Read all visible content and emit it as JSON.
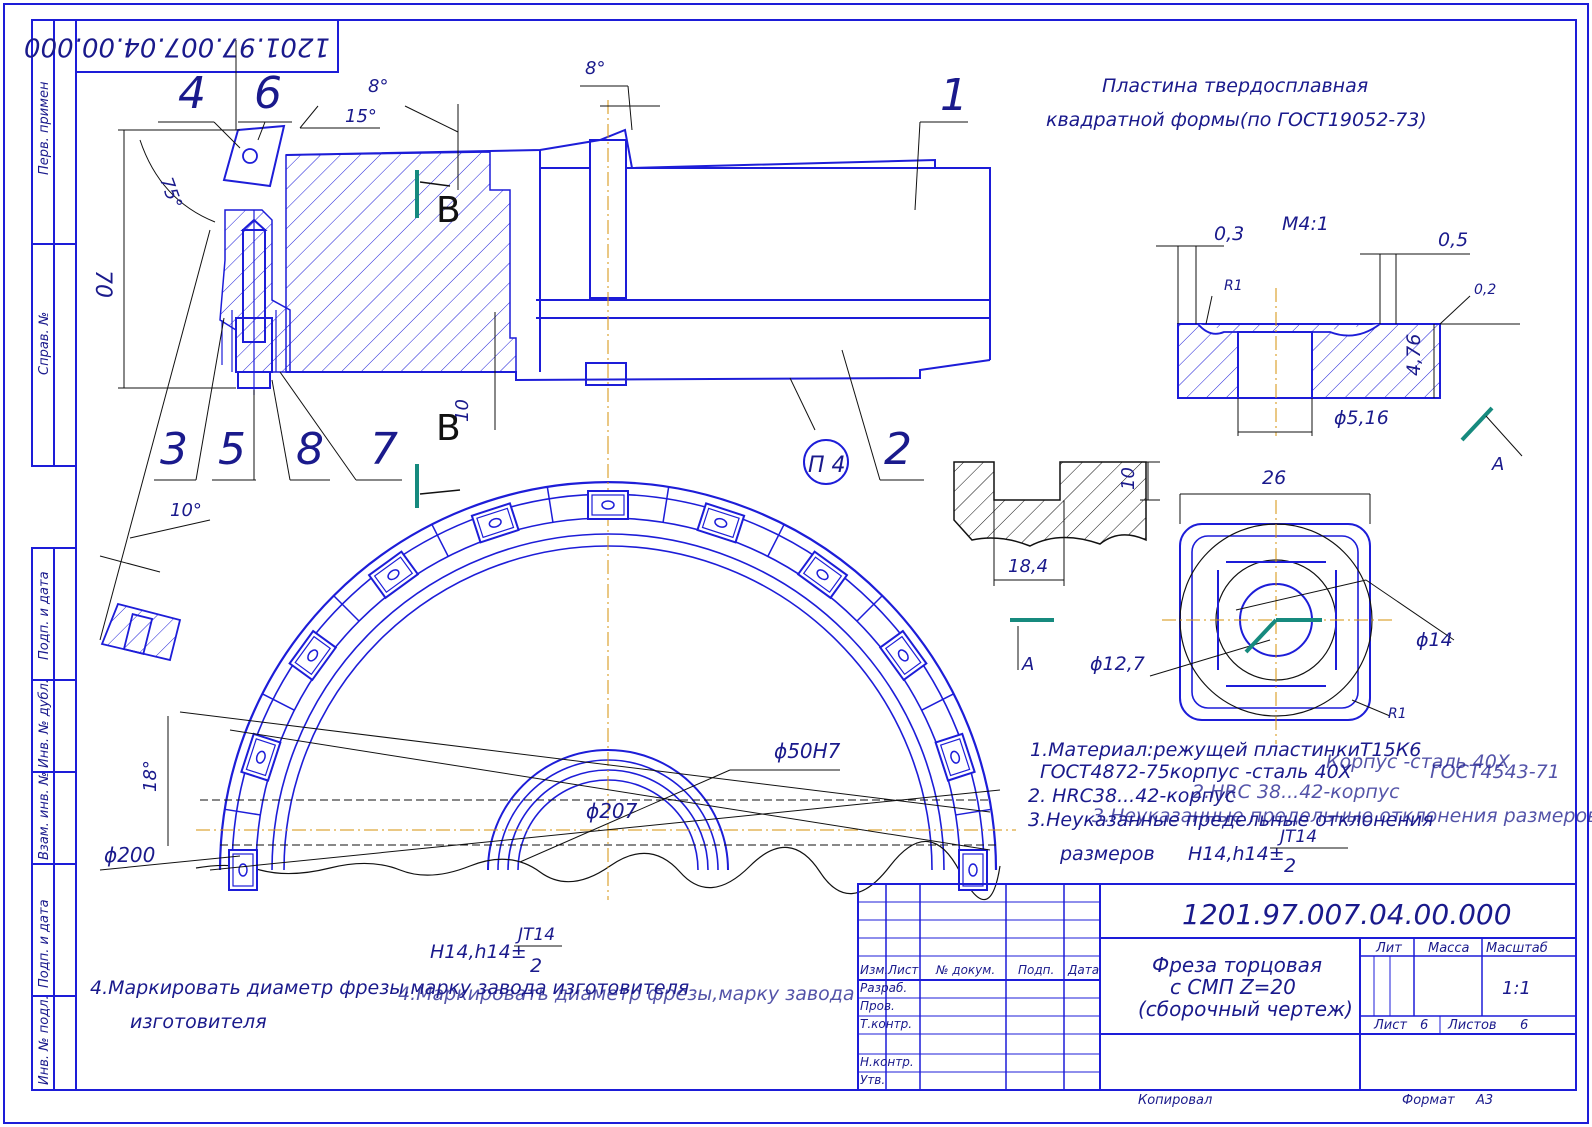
{
  "frame": {
    "side_labels": [
      "Перв. примен",
      "Справ. №",
      "Подп. и дата",
      "Инв. № дубл.",
      "Взам. инв. №",
      "Подп. и дата",
      "Инв. № подл."
    ],
    "top_code": "1201.97.007.04.00.000"
  },
  "note_insert": [
    "Пластина твердосплавная",
    "квадратной формы(по ГОСТ19052-73)"
  ],
  "scale_label": "M4:1",
  "view_labels": {
    "b": "В",
    "b2": "В",
    "a": "А",
    "a2": "А"
  },
  "callouts": {
    "p1": "1",
    "p2": "2",
    "p3": "3",
    "p4": "4",
    "p5": "5",
    "p6": "6",
    "p7": "7",
    "p8": "8"
  },
  "dims": {
    "d8a": "8°",
    "d8b": "8°",
    "d15": "15°",
    "d75": "75°",
    "d70": "70",
    "d10a": "10",
    "d10deg": "10°",
    "d18": "18°",
    "d200": "ϕ200",
    "d207": "ϕ207",
    "d50": "ϕ50H7",
    "d03": "0,3",
    "d05": "0,5",
    "dR1a": "R1",
    "d02": "0,2",
    "d476": "4,76",
    "d516": "ϕ5,16",
    "d26": "26",
    "d10b": "10",
    "d184": "18,4",
    "d127": "ϕ12,7",
    "d14": "ϕ14",
    "dR1b": "R1",
    "dP4": "П 4"
  },
  "notes": {
    "n1a": "1.Материал:режущей пластинкиТ15К6",
    "n1b": "ГОСТ4872-75корпус -сталь 40Х",
    "n2": "2. HRC38...42-корпус",
    "n3": "3.Неуказанные предельные отклонения",
    "n3b": "размеров",
    "n3c": "H14,h14±",
    "n3frac_top": "JT14",
    "n3frac_bot": "2",
    "overlay1": "Корпус -сталь 40Х",
    "overlay2": "ГОСТ4543-71",
    "overlay3": "2.HRC 38...42-корпус",
    "overlay4": "3.Неуказанные предельные отклонения размеров",
    "n4a": "4.Маркировать диаметр фрезы,марку завода изготовителя",
    "n4b": "изготовителя",
    "n4c": "4.Маркировать диаметр фрезы,марку завода",
    "h14": "H14,h14±",
    "h14_top": "JT14",
    "h14_bot": "2"
  },
  "title_block": {
    "doc_code": "1201.97.007.04.00.000",
    "name_lines": [
      "Фреза торцовая",
      "с СМП Z=20",
      "(сборочный чертеж)"
    ],
    "lit": "Лит",
    "mass": "Масса",
    "scale": "Масштаб",
    "scale_val": "1:1",
    "sheet": "Лист",
    "sheet_val": "6",
    "sheets": "Листов",
    "sheets_val": "6",
    "cols": [
      "Изм.",
      "Лист",
      "№ докум.",
      "Подп.",
      "Дата"
    ],
    "rows": [
      "Разраб.",
      "Пров.",
      "Т.контр.",
      "",
      "Н.контр.",
      "Утв."
    ],
    "copied": "Копировал",
    "format": "Формат",
    "format_val": "A3"
  }
}
